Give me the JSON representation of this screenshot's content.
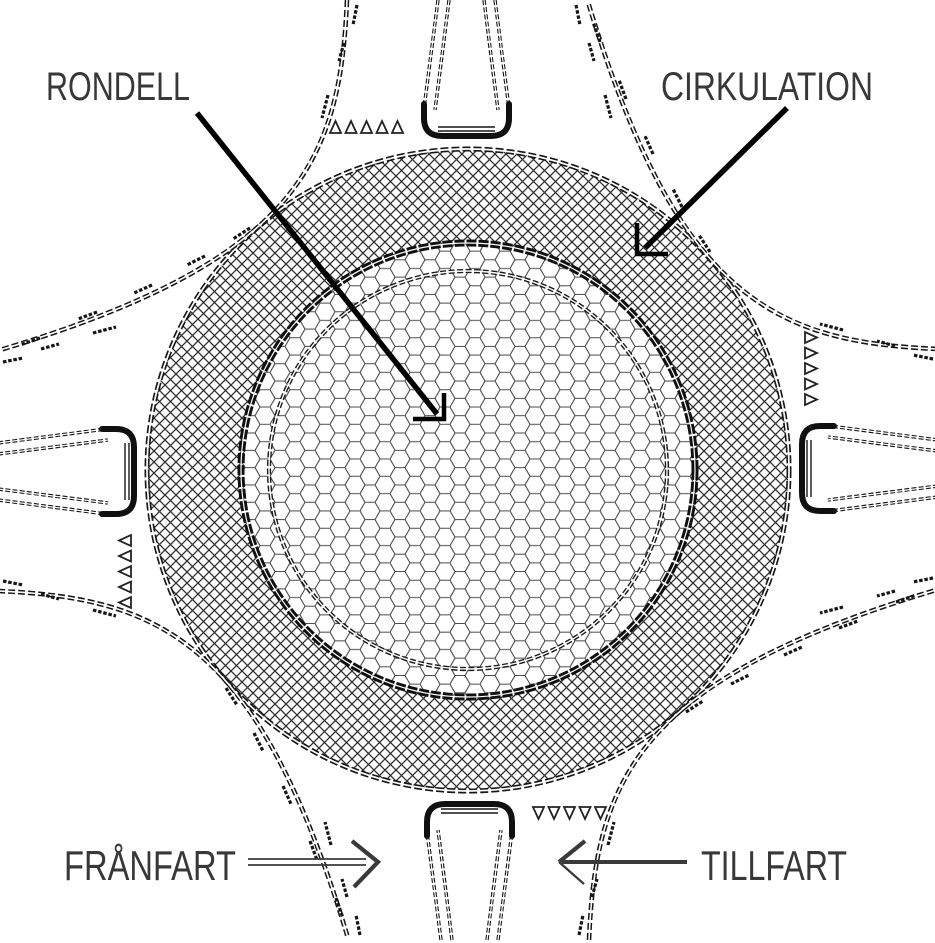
{
  "diagram": {
    "type": "roundabout-plan",
    "labels": {
      "rondell": "RONDELL",
      "cirkulation": "CIRKULATION",
      "franfart": "FRÅNFART",
      "tillfart": "TILLFART"
    },
    "features": {
      "approach_count": 4,
      "yield_triangles_per_approach": 5
    },
    "colors": {
      "ink": "#1a1a1a",
      "background": "#ffffff"
    }
  }
}
